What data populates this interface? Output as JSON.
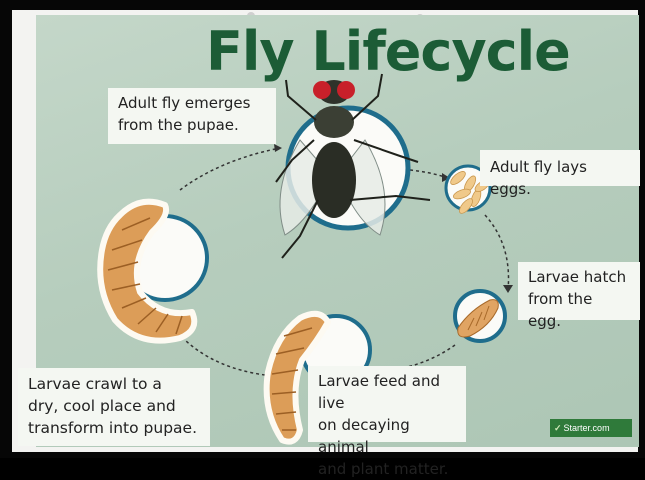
{
  "poster": {
    "title": "Fly Lifecycle",
    "labels": {
      "adult_emerges": "Adult fly emerges\nfrom the pupae.",
      "lays_eggs": "Adult fly lays eggs.",
      "larvae_hatch": "Larvae hatch\nfrom the egg.",
      "larvae_crawl": "Larvae crawl to a\ndry, cool place and\ntransform into pupae.",
      "larvae_feed": "Larvae feed and live\non decaying animal\nand plant matter."
    },
    "logo_text": "Starter.com"
  },
  "colors": {
    "poster_background": "#b6cdbd",
    "title_green": "#1c5c36",
    "circle_blue": "#1f6d8c",
    "larva_orange": "#d99a55",
    "fly_eye_red": "#c8202a"
  }
}
